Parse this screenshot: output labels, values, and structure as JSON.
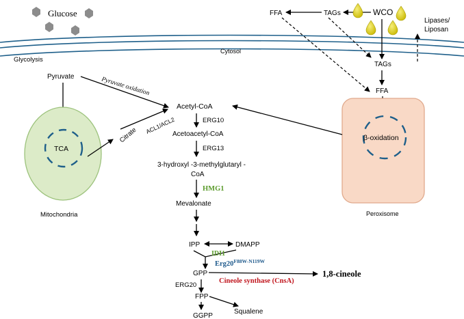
{
  "colors": {
    "membrane": "#1e5f8a",
    "mitochondria_fill": "#dcebc8",
    "mitochondria_stroke": "#9cc27c",
    "peroxisome_fill": "#f9d9c6",
    "peroxisome_stroke": "#e0a98c",
    "hexagon": "#8c8c8c",
    "droplet": "#d6c800",
    "enzyme_green": "#5b9b2c",
    "enzyme_blue": "#1f5a8c",
    "enzyme_red": "#c0141c",
    "arc_blue": "#1e5f8a"
  },
  "labels": {
    "glucose": "Glucose",
    "glycolysis": "Glycolysis",
    "cytosol": "Cytosol",
    "pyruvate": "Pyruvate",
    "pyruvate_oxidation": "Pyruvate oxidation",
    "tca": "TCA",
    "mitochondria": "Mitochondria",
    "citrate": "Citrate",
    "acl": "ACL1/ACL2",
    "acetyl_coa": "Acetyl-CoA",
    "erg10": "ERG10",
    "acetoacetyl_coa": "Acetoacetyl-CoA",
    "erg13": "ERG13",
    "hmg_coa_line1": "3-hydroxyl -3-methylglutaryl -",
    "hmg_coa_line2": "CoA",
    "hmg1": "HMG1",
    "mevalonate": "Mevalonate",
    "ipp": "IPP",
    "dmapp": "DMAPP",
    "idi1": "IDI1",
    "erg20_mut": "Erg20",
    "erg20_mut_sup": "F88W-N119W",
    "gpp": "GPP",
    "cnsa": "Cineole synthase (CnsA)",
    "cineole": "1,8-cineole",
    "erg20": "ERG20",
    "fpp": "FPP",
    "squalene": "Squalene",
    "ggpp": "GGPP",
    "ffa_top": "FFA",
    "tags_top": "TAGs",
    "wco": "WCO",
    "lipases": "Lipases/",
    "liposan": "Liposan",
    "tags_mid": "TAGs",
    "ffa_mid": "FFA",
    "beta_oxidation": "β-oxidation",
    "peroxisome": "Peroxisome"
  },
  "icons": {
    "glucose_molecule": "hexagon-icon",
    "wco_droplet": "oil-droplet-icon"
  }
}
